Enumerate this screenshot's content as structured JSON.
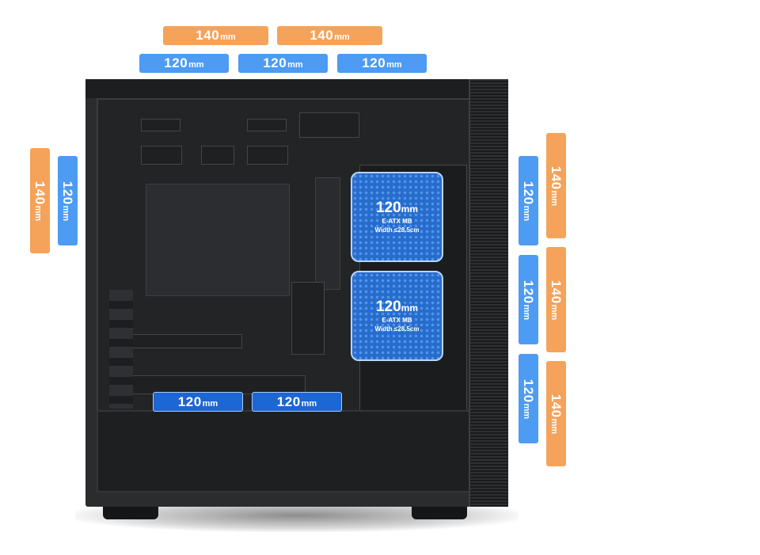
{
  "top_row_140": [
    "140",
    "140"
  ],
  "top_row_120": [
    "120",
    "120",
    "120"
  ],
  "left_140": "140",
  "left_120": "120",
  "right_120": [
    "120",
    "120",
    "120"
  ],
  "right_140": [
    "140",
    "140",
    "140"
  ],
  "bottom_120": [
    "120",
    "120"
  ],
  "unit": "mm",
  "fans": [
    {
      "size": "120",
      "line1": "E-ATX MB",
      "line2": "Width ≤28.5cm"
    },
    {
      "size": "120",
      "line1": "E-ATX MB",
      "line2": "Width ≤28.5cm"
    }
  ],
  "colors": {
    "orange": "#f5a35a",
    "blue": "#4d9bf2",
    "dark_blue": "#1d66d6",
    "case": "#2b2c2e"
  }
}
